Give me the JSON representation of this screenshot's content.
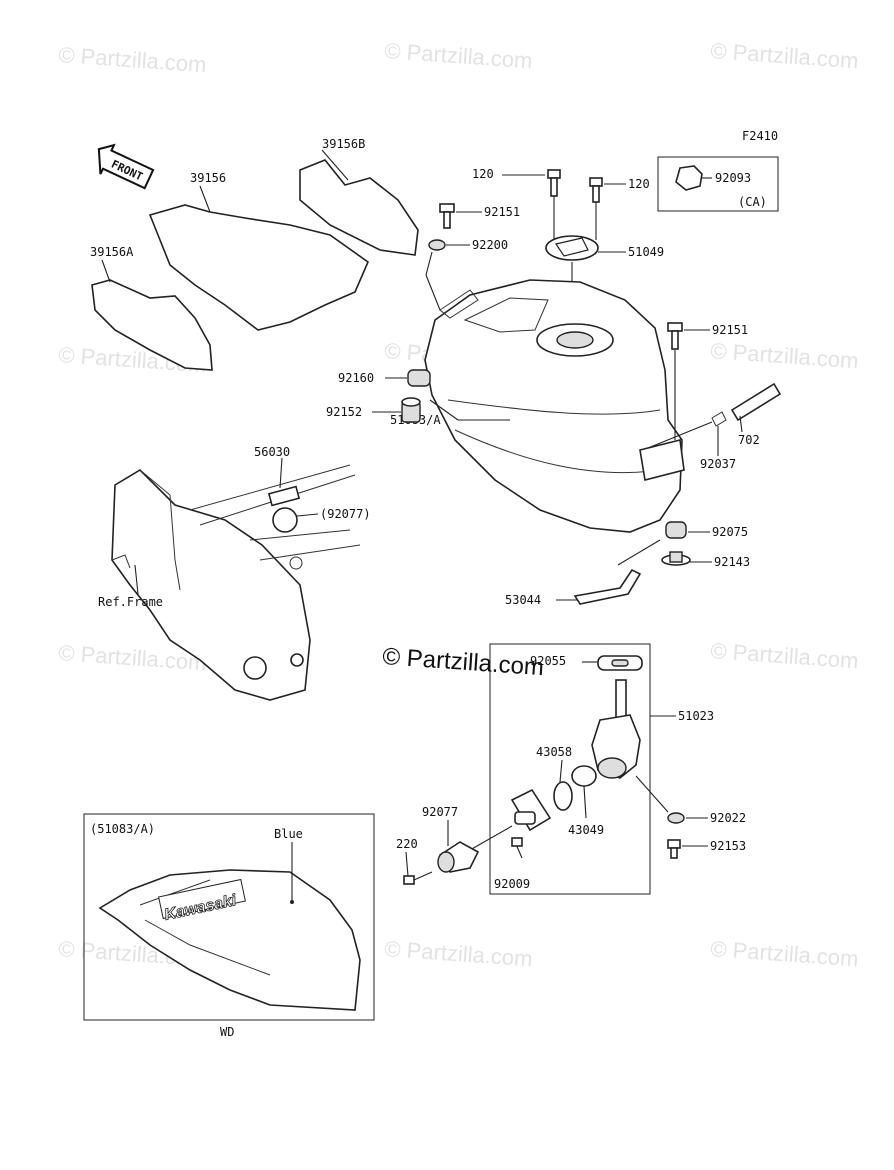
{
  "watermark": "© Partzilla.com",
  "watermark_center": "© Partzilla.com",
  "figure_code": "F2410",
  "front_arrow_label": "FRONT",
  "labels": {
    "p39156B": "39156B",
    "p39156": "39156",
    "p39156A": "39156A",
    "p120a": "120",
    "p120b": "120",
    "p92093": "92093",
    "ca": "(CA)",
    "p92151a": "92151",
    "p92200": "92200",
    "p51049": "51049",
    "p92151b": "92151",
    "p92160": "92160",
    "p92152": "92152",
    "p51083": "51083/A",
    "p702": "702",
    "p92037": "92037",
    "p56030": "56030",
    "p92077a": "(92077)",
    "p92075": "92075",
    "p92143": "92143",
    "refframe": "Ref.Frame",
    "p53044": "53044",
    "p92055": "92055",
    "p51023": "51023",
    "p43058": "43058",
    "p43049": "43049",
    "p92077b": "92077",
    "p92022": "92022",
    "p220": "220",
    "p92153": "92153",
    "p92009": "92009",
    "inset_title": "(51083/A)",
    "blue": "Blue",
    "wd": "WD",
    "kawasaki": "Kawasaki"
  }
}
